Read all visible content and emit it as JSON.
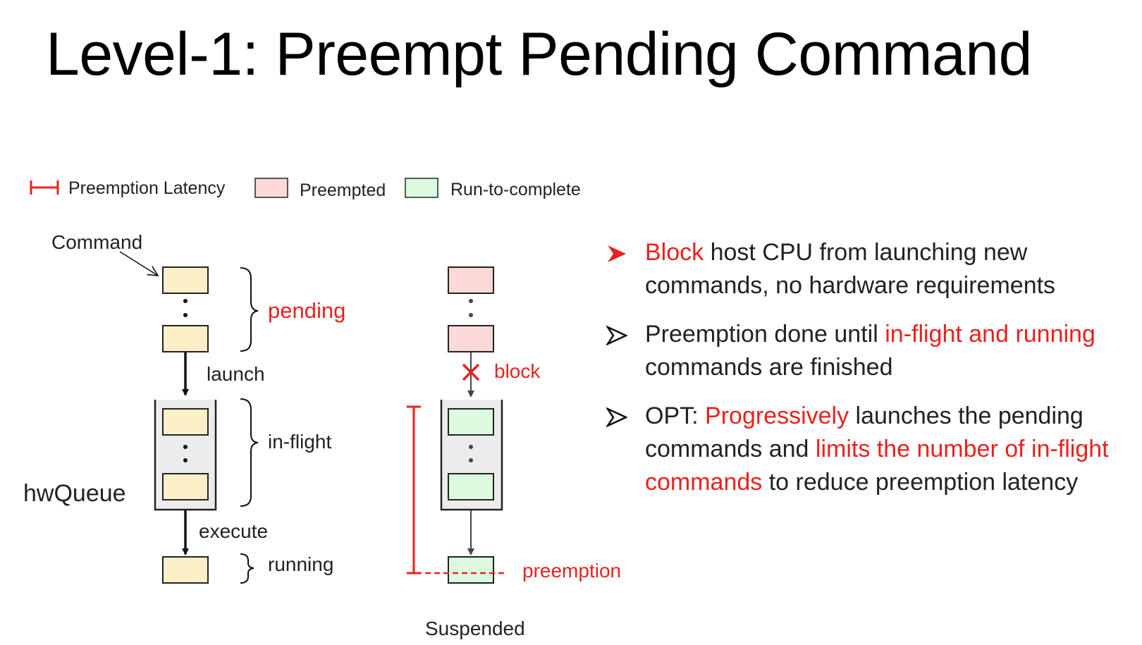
{
  "title": "Level-1: Preempt Pending Command",
  "legend": {
    "latency": "Preemption Latency",
    "preempted": "Preempted",
    "run_to_complete": "Run-to-complete"
  },
  "left_diagram": {
    "command": "Command",
    "pending": "pending",
    "launch": "launch",
    "in_flight": "in-flight",
    "hwqueue": "hwQueue",
    "execute": "execute",
    "running": "running"
  },
  "right_diagram": {
    "block": "block",
    "preemption": "preemption",
    "suspended": "Suspended"
  },
  "bullets": [
    {
      "parts": [
        {
          "t": "Block",
          "red": true
        },
        {
          "t": " host CPU from launching new commands, no hardware requirements",
          "red": false
        }
      ]
    },
    {
      "parts": [
        {
          "t": "Preemption done until ",
          "red": false
        },
        {
          "t": "in-flight and running",
          "red": true
        },
        {
          "t": " commands are finished",
          "red": false
        }
      ]
    },
    {
      "parts": [
        {
          "t": "OPT: ",
          "red": false
        },
        {
          "t": "Progressively",
          "red": true
        },
        {
          "t": " launches the pending commands and ",
          "red": false
        },
        {
          "t": "limits the number of in-flight commands",
          "red": true
        },
        {
          "t": " to reduce preemption latency",
          "red": false
        }
      ]
    }
  ],
  "colors": {
    "accent_red": "#e8221e",
    "command_fill": "#fdf0c8",
    "preempted_fill": "#fcd9d9",
    "run_fill": "#dcfade",
    "queue_fill": "#ececec"
  }
}
